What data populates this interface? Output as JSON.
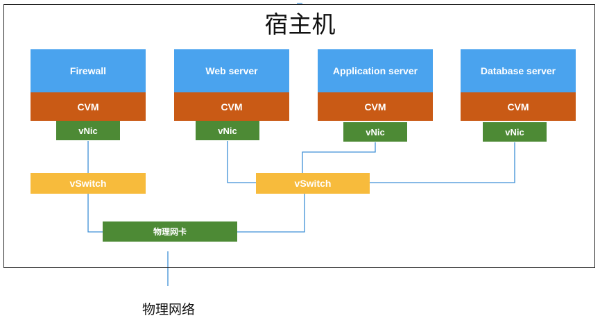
{
  "host": {
    "title": "宿主机"
  },
  "vms": [
    {
      "name": "Firewall",
      "cvm": "CVM",
      "vnic": "vNic"
    },
    {
      "name": "Web server",
      "cvm": "CVM",
      "vnic": "vNic"
    },
    {
      "name": "Application server",
      "cvm": "CVM",
      "vnic": "vNic"
    },
    {
      "name": "Database server",
      "cvm": "CVM",
      "vnic": "vNic"
    }
  ],
  "vswitches": [
    {
      "label": "vSwitch"
    },
    {
      "label": "vSwitch"
    }
  ],
  "physical_nic": {
    "label": "物理网卡"
  },
  "physical_network": {
    "label": "物理网络"
  },
  "colors": {
    "vm": "#4aa3ee",
    "cvm": "#c95a15",
    "vnic": "#4d8a35",
    "vswitch": "#f7bb3c",
    "wire": "#3d8fd6"
  }
}
